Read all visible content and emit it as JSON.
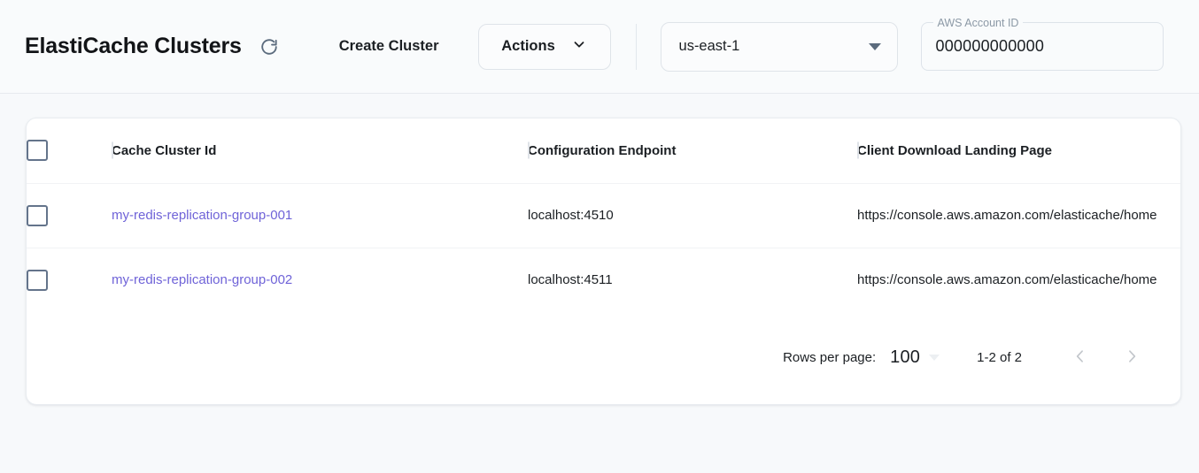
{
  "header": {
    "title": "ElastiCache Clusters",
    "refresh_icon": "refresh-icon",
    "create_button_label": "Create Cluster",
    "actions_button_label": "Actions",
    "actions_caret_icon": "chevron-down-icon",
    "region": {
      "value": "us-east-1",
      "caret_icon": "triangle-down-icon"
    },
    "account": {
      "label": "AWS Account ID",
      "value": "000000000000"
    }
  },
  "table": {
    "columns": [
      {
        "key": "cache_cluster_id",
        "label": "Cache Cluster Id"
      },
      {
        "key": "configuration_endpoint",
        "label": "Configuration Endpoint"
      },
      {
        "key": "client_download_landing_page",
        "label": "Client Download Landing Page"
      }
    ],
    "rows": [
      {
        "cache_cluster_id": "my-redis-replication-group-001",
        "configuration_endpoint": "localhost:4510",
        "client_download_landing_page": "https://console.aws.amazon.com/elasticache/home"
      },
      {
        "cache_cluster_id": "my-redis-replication-group-002",
        "configuration_endpoint": "localhost:4511",
        "client_download_landing_page": "https://console.aws.amazon.com/elasticache/home"
      }
    ]
  },
  "pagination": {
    "rows_per_page_label": "Rows per page:",
    "rows_per_page_value": "100",
    "range_label": "1-2 of 2",
    "prev_icon": "chevron-left-icon",
    "next_icon": "chevron-right-icon"
  },
  "colors": {
    "page_background": "#f7f9fb",
    "card_background": "#ffffff",
    "link": "#6f63d8",
    "text": "#1b1f23",
    "muted": "#8c99a6",
    "border": "#dfe4e9",
    "checkbox_border": "#64748b"
  }
}
